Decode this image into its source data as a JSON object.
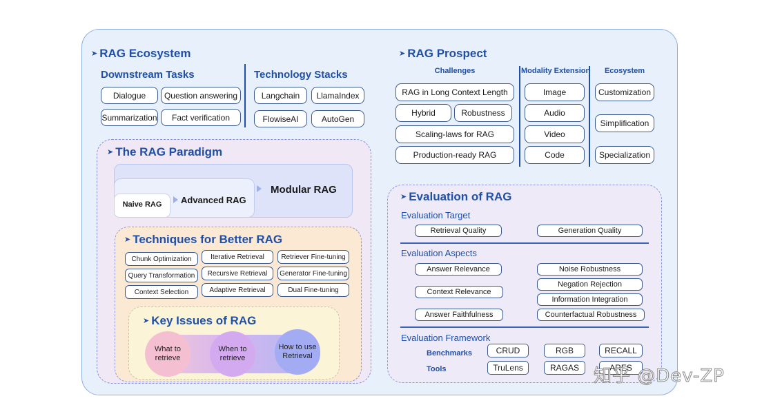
{
  "ecosystem": {
    "title": "RAG Ecosystem",
    "downstream": {
      "title": "Downstream Tasks",
      "items": [
        "Dialogue",
        "Question answering",
        "Summarization",
        "Fact verification"
      ]
    },
    "stacks": {
      "title": "Technology Stacks",
      "items": [
        "Langchain",
        "LlamaIndex",
        "FlowiseAI",
        "AutoGen"
      ]
    }
  },
  "prospect": {
    "title": "RAG Prospect",
    "challenges": {
      "title": "Challenges",
      "items": [
        "RAG in Long Context Length",
        "Hybrid",
        "Robustness",
        "Scaling-laws for RAG",
        "Production-ready RAG"
      ]
    },
    "modality": {
      "title": "Modality Extension",
      "items": [
        "Image",
        "Audio",
        "Video",
        "Code"
      ]
    },
    "eco": {
      "title": "Ecosystem",
      "items": [
        "Customization",
        "Simplification",
        "Specialization"
      ]
    }
  },
  "paradigm": {
    "title": "The RAG Paradigm",
    "naive": "Naive RAG",
    "advanced": "Advanced RAG",
    "modular": "Modular RAG",
    "techniques": {
      "title": "Techniques for Better RAG",
      "items": [
        "Chunk Optimization",
        "Iterative Retrieval",
        "Retriever Fine-tuning",
        "Query Transformation",
        "Recursive Retrieval",
        "Generator Fine-tuning",
        "Context Selection",
        "Adaptive Retrieval",
        "Dual Fine-tuning"
      ]
    },
    "key_issues": {
      "title": "Key Issues of RAG",
      "items": [
        "What to retrieve",
        "When to retrieve",
        "How to use Retrieval"
      ]
    }
  },
  "evaluation": {
    "title": "Evaluation of RAG",
    "target": {
      "title": "Evaluation Target",
      "items": [
        "Retrieval Quality",
        "Generation Quality"
      ]
    },
    "aspects": {
      "title": "Evaluation Aspects",
      "left": [
        "Answer Relevance",
        "Context Relevance",
        "Answer Faithfulness"
      ],
      "right": [
        "Noise Robustness",
        "Negation Rejection",
        "Information Integration",
        "Counterfactual Robustness"
      ]
    },
    "framework": {
      "title": "Evaluation Framework",
      "benchmarks_label": "Benchmarks",
      "tools_label": "Tools",
      "benchmarks": [
        "CRUD",
        "RGB",
        "RECALL"
      ],
      "tools": [
        "TruLens",
        "RAGAS",
        "ARES"
      ]
    }
  },
  "watermark": "知乎 @Dev-ZP",
  "colors": {
    "title": "#1f4fa8",
    "frame": "#e8f0fb",
    "border": "#3b5a8f"
  }
}
